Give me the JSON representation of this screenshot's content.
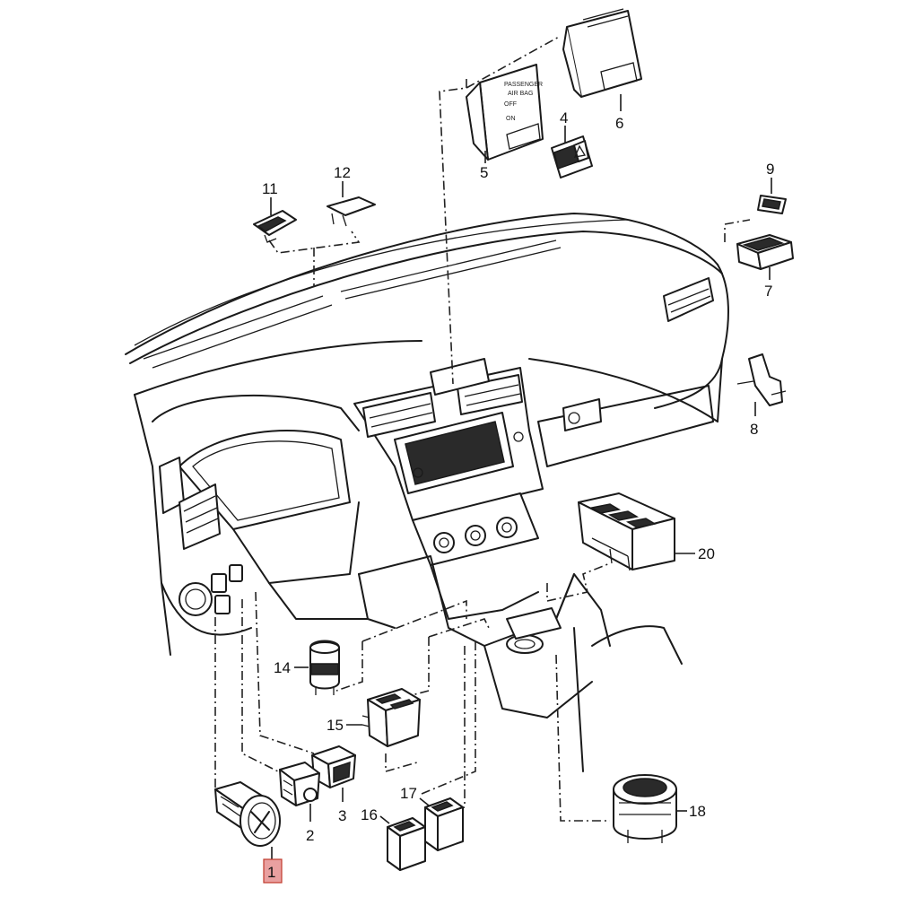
{
  "callouts": [
    {
      "id": "1",
      "label": "1",
      "highlighted": true
    },
    {
      "id": "2",
      "label": "2"
    },
    {
      "id": "3",
      "label": "3"
    },
    {
      "id": "4",
      "label": "4"
    },
    {
      "id": "5",
      "label": "5"
    },
    {
      "id": "6",
      "label": "6"
    },
    {
      "id": "7",
      "label": "7"
    },
    {
      "id": "8",
      "label": "8"
    },
    {
      "id": "9",
      "label": "9"
    },
    {
      "id": "11",
      "label": "11"
    },
    {
      "id": "12",
      "label": "12"
    },
    {
      "id": "14",
      "label": "14"
    },
    {
      "id": "15",
      "label": "15"
    },
    {
      "id": "16",
      "label": "16"
    },
    {
      "id": "17",
      "label": "17"
    },
    {
      "id": "18",
      "label": "18"
    },
    {
      "id": "20",
      "label": "20"
    }
  ],
  "panel_text": {
    "line1": "PASSENGER",
    "line2": "AIR BAG",
    "off": "OFF",
    "on": "ON"
  },
  "colors": {
    "highlight_fill": "#e9a0a0",
    "highlight_stroke": "#c0392b",
    "line": "#1a1a1a"
  }
}
